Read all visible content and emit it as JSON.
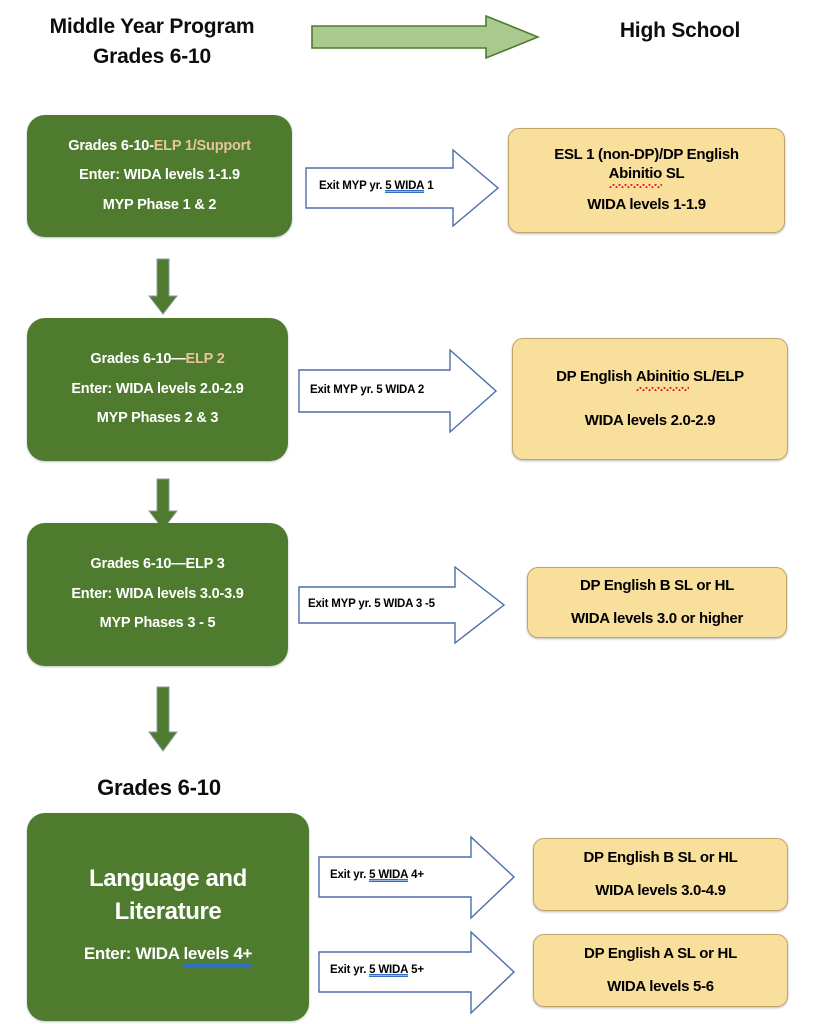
{
  "header": {
    "left_title_line1": "Middle Year Program",
    "left_title_line2": "Grades 6-10",
    "right_title": "High School",
    "arrow_icon": "right-arrow-icon",
    "arrow_fill": "#A9C98E",
    "arrow_stroke": "#4E7B2E"
  },
  "colors": {
    "green_box": "#4E7B2E",
    "green_accent_text": "#E7C49C",
    "yellow_box": "#F9DF9C",
    "yellow_border": "#BFA56A",
    "white_arrow_stroke": "#4A6EA9",
    "spellcheck_blue": "#2F6FC4",
    "spellcheck_red": "#E02020"
  },
  "rows": [
    {
      "green": {
        "line1_plain": "Grades 6-10-",
        "line1_accent": "ELP 1/Support",
        "line2": "Enter: WIDA levels 1-1.9",
        "line3": "MYP Phase 1 & 2"
      },
      "arrow": {
        "label_pre": "Exit MYP yr. ",
        "label_underlined": "5  WIDA",
        "label_post": " 1"
      },
      "yellow": {
        "line1a": "ESL 1 (non-DP)/DP English",
        "line1b_wavy": "Abinitio",
        "line1c": " SL",
        "line2": "WIDA levels 1-1.9"
      }
    },
    {
      "green": {
        "line1_plain": "Grades 6-10—",
        "line1_accent": "ELP 2",
        "line2": "Enter: WIDA levels 2.0-2.9",
        "line3": "MYP Phases 2 & 3"
      },
      "arrow": {
        "label_pre": "Exit MYP yr. 5 WIDA 2",
        "label_underlined": "",
        "label_post": ""
      },
      "yellow": {
        "line1a": "DP English ",
        "line1b_wavy": "Abinitio",
        "line1c": " SL/ELP",
        "line2": "WIDA levels 2.0-2.9"
      }
    },
    {
      "green": {
        "line1_plain": "Grades 6-10—ELP 3",
        "line1_accent": "",
        "line2": "Enter: WIDA levels 3.0-3.9",
        "line3": "MYP Phases 3 - 5"
      },
      "arrow": {
        "label_pre": "Exit MYP yr. 5 WIDA 3 -5",
        "label_underlined": "",
        "label_post": ""
      },
      "yellow": {
        "line1a": "DP English B SL or HL",
        "line1b_wavy": "",
        "line1c": "",
        "line2": "WIDA levels 3.0 or higher"
      }
    }
  ],
  "bottom": {
    "caption": "Grades 6-10",
    "green": {
      "title_line1": "Language and",
      "title_line2": "Literature",
      "sub_pre": "Enter: WIDA ",
      "sub_underlined": "levels  4+"
    },
    "branches": [
      {
        "arrow": {
          "label_pre": "Exit yr. ",
          "label_underlined": "5  WIDA",
          "label_post": " 4+"
        },
        "yellow": {
          "line1": "DP English B SL or HL",
          "line2": "WIDA levels 3.0-4.9"
        }
      },
      {
        "arrow": {
          "label_pre": "Exit yr. ",
          "label_underlined": "5  WIDA",
          "label_post": " 5+"
        },
        "yellow": {
          "line1": "DP English A SL or HL",
          "line2": "WIDA levels 5-6"
        }
      }
    ]
  }
}
